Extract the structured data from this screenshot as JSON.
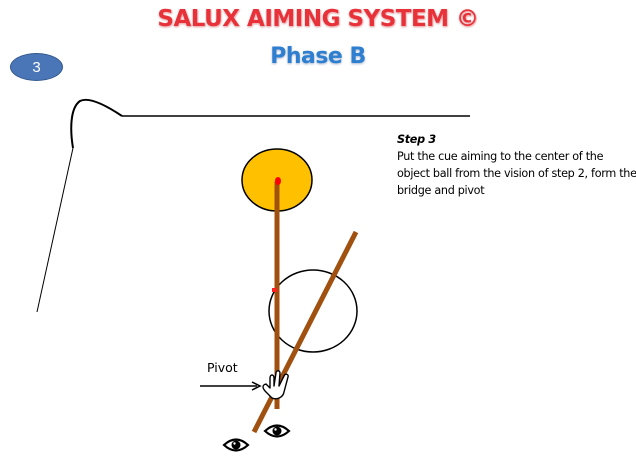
{
  "header": {
    "title": "SALUX AIMING SYSTEM ©",
    "subtitle": "Phase B"
  },
  "step_badge": {
    "number": "3"
  },
  "instructions": {
    "heading": "Step 3",
    "body": "Put the cue aiming to the center of the object ball from the vision of step 2, form the bridge and pivot"
  },
  "labels": {
    "pivot": "Pivot"
  },
  "colors": {
    "title": "#e8323a",
    "subtitle": "#2e7fd0",
    "badge_fill": "#4a76b8",
    "object_ball": "#ffc000",
    "aim_point": "#ff0000",
    "cue": "#a0500f"
  },
  "icons": {
    "hand": "bridge-hand-icon",
    "eye": "eye-icon",
    "arrow": "arrow-right-icon"
  }
}
